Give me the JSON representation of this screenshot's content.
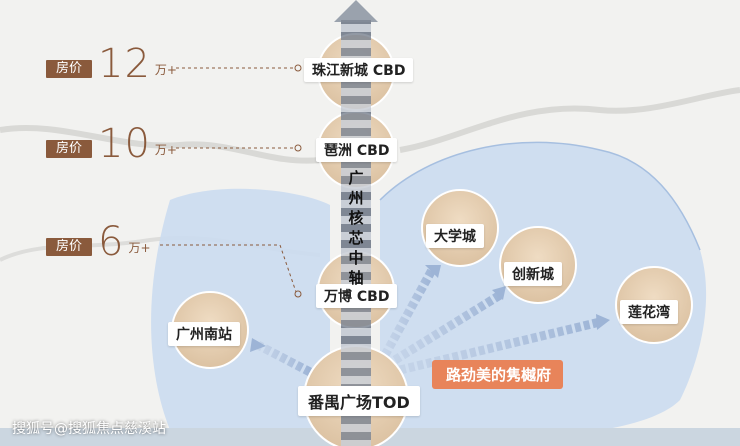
{
  "prices": [
    {
      "label": "房价",
      "value": "12",
      "unit": "万+"
    },
    {
      "label": "房价",
      "value": "10",
      "unit": "万+"
    },
    {
      "label": "房价",
      "value": "6",
      "unit": "万+"
    }
  ],
  "axis_nodes": [
    "珠江新城 CBD",
    "琶洲 CBD",
    "万博 CBD",
    "番禺广场TOD"
  ],
  "axis_label": "广州核芯中轴",
  "side_nodes": [
    "大学城",
    "创新城",
    "莲花湾",
    "广州南站"
  ],
  "project": "路劲美的隽樾府",
  "watermark": "搜狐号@搜狐焦点慈溪站",
  "colors": {
    "accent": "#8a5a3c",
    "project": "#e8845a",
    "water": "#cdddf0",
    "node": "#e8d3b8"
  }
}
